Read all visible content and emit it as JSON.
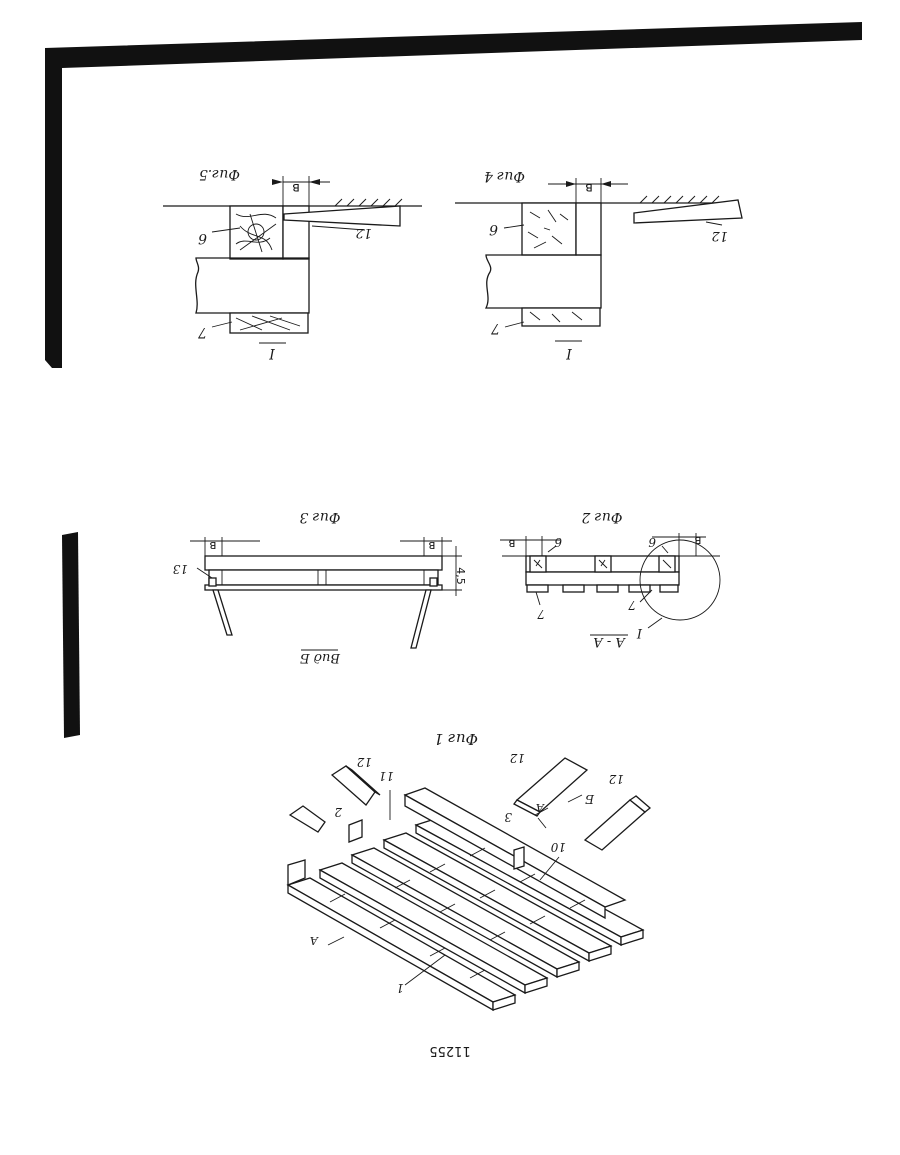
{
  "figures": {
    "fig1": {
      "title": "Фиг 1"
    },
    "fig2": {
      "title": "Фиг 2",
      "section": "A - A"
    },
    "fig3": {
      "title": "Фиг 3",
      "view": "Вид Б"
    },
    "fig4": {
      "title": "Фиг 4",
      "node": "I"
    },
    "fig5": {
      "title": "Фиг.5",
      "node": "I"
    }
  },
  "dimensions": {
    "gap_b": "в",
    "height": "4,5"
  },
  "reference_numerals": {
    "n1": "1",
    "n2": "2",
    "n3": "3",
    "n6": "6",
    "n7": "7",
    "n10": "10",
    "n11": "11",
    "n12": "12",
    "n13": "13",
    "node_I": "I",
    "arrow_A": "А",
    "arrow_B": "Б"
  },
  "page_number": "11255"
}
